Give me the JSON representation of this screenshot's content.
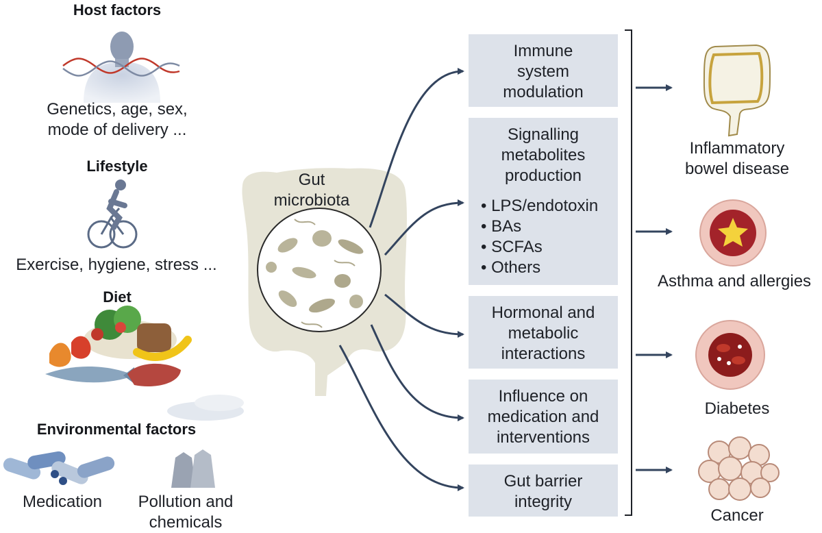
{
  "left": {
    "host": {
      "heading": "Host factors",
      "caption_l1": "Genetics, age, sex,",
      "caption_l2": "mode of delivery ..."
    },
    "lifestyle": {
      "heading": "Lifestyle",
      "caption": "Exercise, hygiene, stress ..."
    },
    "diet": {
      "heading": "Diet"
    },
    "environment": {
      "heading": "Environmental factors",
      "medication": "Medication",
      "pollution_l1": "Pollution and",
      "pollution_l2": "chemicals"
    }
  },
  "center": {
    "label_l1": "Gut",
    "label_l2": "microbiota"
  },
  "functions": [
    {
      "l1": "Immune",
      "l2": "system",
      "l3": "modulation"
    },
    {
      "l1": "Signalling",
      "l2": "metabolites",
      "l3": "production",
      "bullets": [
        "• LPS/endotoxin",
        "• BAs",
        "• SCFAs",
        "• Others"
      ]
    },
    {
      "l1": "Hormonal and",
      "l2": "metabolic",
      "l3": "interactions"
    },
    {
      "l1": "Influence on",
      "l2": "medication and",
      "l3": "interventions"
    },
    {
      "l1": "Gut barrier",
      "l2": "integrity"
    }
  ],
  "diseases": [
    {
      "l1": "Inflammatory",
      "l2": "bowel disease"
    },
    {
      "l1": "Asthma and allergies"
    },
    {
      "l1": "Diabetes"
    },
    {
      "l1": "Cancer"
    }
  ],
  "colors": {
    "arrow": "#33445e",
    "box": "#dde2ea",
    "colon": "#e6e4d6",
    "bacteria": "#b9b49a",
    "vessel_outer": "#f0c7be",
    "vessel_inner": "#8c1c1c",
    "text": "#1e2127"
  }
}
